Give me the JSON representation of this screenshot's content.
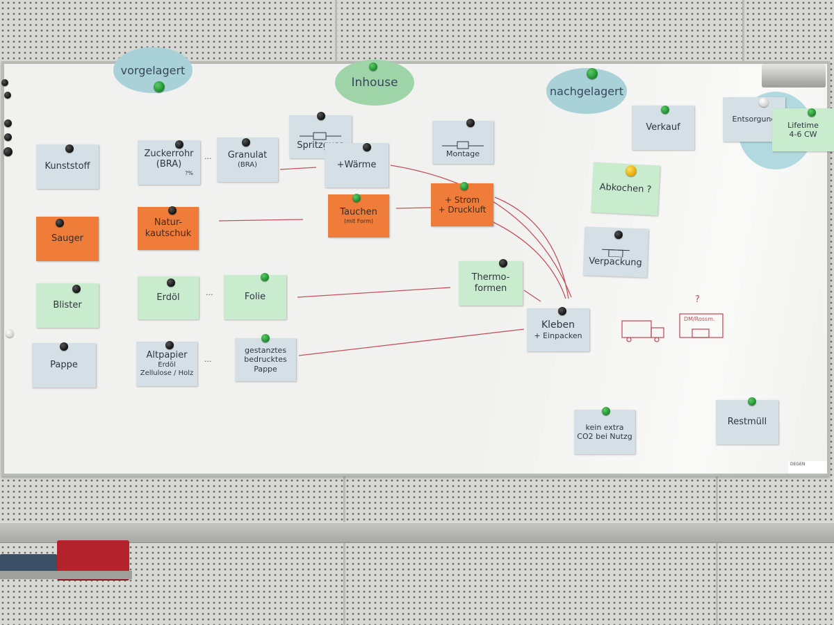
{
  "categories": {
    "upstream": "vorgelagert",
    "inhouse": "Inhouse",
    "downstream": "nachgelagert"
  },
  "notes": {
    "kunststoff": "Kunststoff",
    "sauger": "Sauger",
    "blister": "Blister",
    "pappe": "Pappe",
    "zuckerrohr_line1": "Zuckerrohr",
    "zuckerrohr_line2": "(BRA)",
    "zuckerrohr_pct": "?%",
    "naturkautschuk_line1": "Natur-",
    "naturkautschuk_line2": "kautschuk",
    "erdoel": "Erdöl",
    "altpapier_line1": "Altpapier",
    "altpapier_line2": "Erdöl",
    "altpapier_line3": "Zellulose / Holz",
    "granulat_line1": "Granulat",
    "granulat_line2": "(BRA)",
    "folie": "Folie",
    "gestanztes_line1": "gestanztes",
    "gestanztes_line2": "bedrucktes",
    "gestanztes_line3": "Pappe",
    "spritzguss": "Spritzguss",
    "waerme": "+Wärme",
    "tauchen_line1": "Tauchen",
    "tauchen_line2": "(mit Form)",
    "montage": "Montage",
    "strom_line1": "+ Strom",
    "strom_line2": "+ Druckluft",
    "thermoformen_line1": "Thermo-",
    "thermoformen_line2": "formen",
    "kleben_line1": "Kleben",
    "kleben_line2": "+ Einpacken",
    "verkauf": "Verkauf",
    "abkochen": "Abkochen ?",
    "verpackung": "Verpackung",
    "entsorgung": "Entsorgung",
    "lifetime_line1": "Lifetime",
    "lifetime_line2": "4-6 CW",
    "kein_line1": "kein extra",
    "kein_line2": "CO2 bei Nutzg",
    "restmuell": "Restmüll"
  },
  "drawings": {
    "question_mark": "?",
    "retail_label": "DM/Rossm."
  },
  "ellipsis": "···",
  "logo": "DEGEN"
}
